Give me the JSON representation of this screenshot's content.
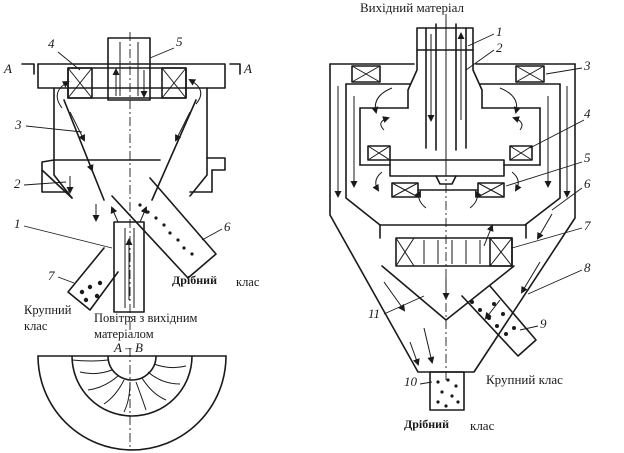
{
  "left": {
    "labels": [
      "1",
      "2",
      "3",
      "4",
      "5",
      "6",
      "7"
    ],
    "section_marks": [
      "A",
      "A"
    ],
    "section_title": "А – В",
    "captions": {
      "fine": "Дрібний",
      "fine_suffix": "клас",
      "coarse_line1": "Крупний",
      "coarse_line2": "клас",
      "air_line1": "Повітря з вихідним",
      "air_line2": "матеріалом"
    }
  },
  "right": {
    "labels": [
      "1",
      "2",
      "3",
      "4",
      "5",
      "6",
      "7",
      "8",
      "9",
      "10",
      "11"
    ],
    "captions": {
      "input": "Вихідний матеріал",
      "coarse": "Крупний клас",
      "fine": "Дрібний",
      "fine_suffix": "клас"
    }
  }
}
